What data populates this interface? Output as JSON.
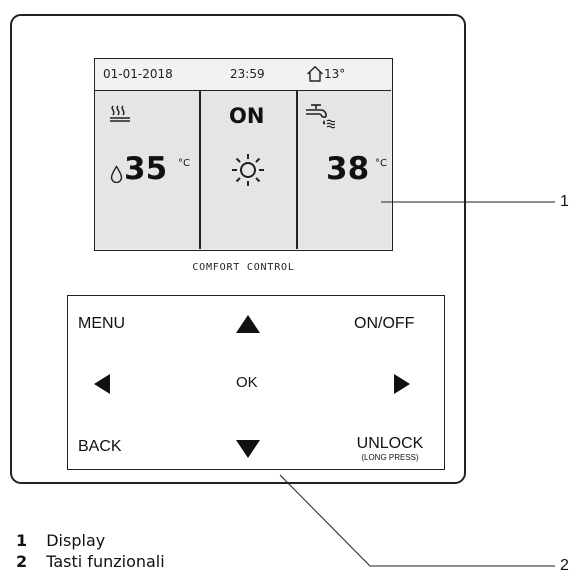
{
  "lcd": {
    "date": "01-01-2018",
    "time": "23:59",
    "outdoor_temp": "13°",
    "heating_temp": "35",
    "heating_unit": "°C",
    "mode_status": "ON",
    "dhw_temp": "38",
    "dhw_unit": "°C",
    "icons": [
      "home-icon",
      "heating-coil-icon",
      "water-drop-icon",
      "sun-icon",
      "hot-water-tap-icon"
    ]
  },
  "brand_label": "COMFORT CONTROL",
  "keypad": {
    "menu": "MENU",
    "on_off": "ON/OFF",
    "ok": "OK",
    "back": "BACK",
    "unlock": "UNLOCK",
    "unlock_hint": "(LONG PRESS)",
    "icons": [
      "up-arrow-icon",
      "down-arrow-icon",
      "left-arrow-icon",
      "right-arrow-icon"
    ]
  },
  "callouts": {
    "display_number": "1",
    "keys_number": "2"
  },
  "legend": [
    {
      "number": "1",
      "text": "Display"
    },
    {
      "number": "2",
      "text": "Tasti funzionali"
    }
  ]
}
